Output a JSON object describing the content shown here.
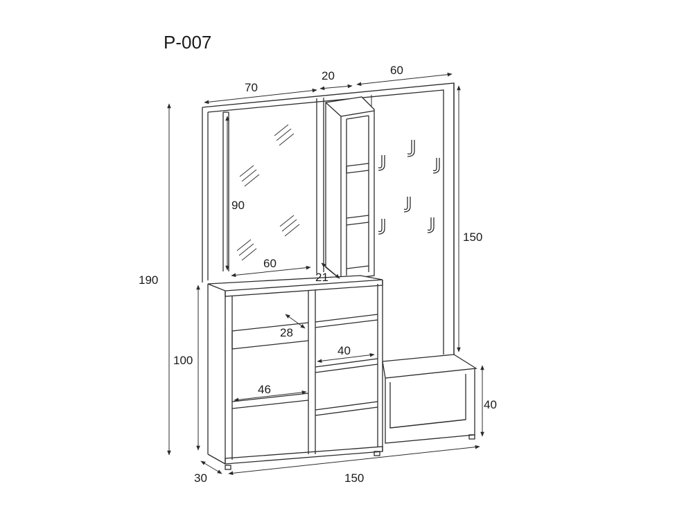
{
  "model_code": "P-007",
  "dimensions": {
    "mirror_width_top": "70",
    "shelf_gap_top": "20",
    "hanger_width_top": "60",
    "total_height": "190",
    "mirror_height": "90",
    "mirror_inner_width": "60",
    "column_depth": "21",
    "hanger_height": "150",
    "cabinet_height": "100",
    "shelf_depth": "28",
    "shelf_width_right": "40",
    "shelf_width_left": "46",
    "bench_height": "40",
    "depth": "30",
    "total_width": "150"
  }
}
